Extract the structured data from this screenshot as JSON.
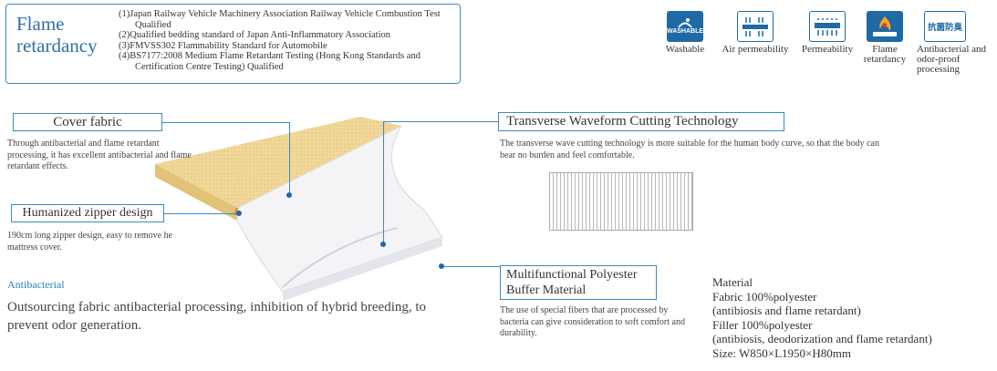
{
  "flame": {
    "title": "Flame retardancy",
    "items": [
      "(1)Japan Railway Vehicle Machinery Association Railway Vehicle Combustion Test Qualified",
      "(2)Qualified bedding standard of Japan Anti-Inflammatory Association",
      "(3)FMVSS302 Flammability Standard for Automobile",
      "(4)BS7177:2008 Medium Flame Retardant Testing (Hong Kong Standards and Certification Centre Testing) Qualified"
    ]
  },
  "icons": [
    {
      "name": "washable-icon",
      "label": "Washable",
      "badge": "WASHABLE"
    },
    {
      "name": "air-permeability-icon",
      "label": "Air permeability"
    },
    {
      "name": "permeability-icon",
      "label": "Permeability"
    },
    {
      "name": "flame-retardancy-icon",
      "label": "Flame retardancy"
    },
    {
      "name": "antibacterial-icon",
      "label": "Antibacterial and odor-proof processing",
      "badge": "抗菌防臭"
    }
  ],
  "cover": {
    "title": "Cover fabric",
    "desc": "Through antibacterial and flame retardant processing, it has excellent antibacterial and flame retardant effects."
  },
  "zipper": {
    "title": "Humanized zipper design",
    "desc": "190cm long zipper design, easy to remove he mattress cover."
  },
  "antibacterial": {
    "title": "Antibacterial",
    "desc": "Outsourcing fabric antibacterial processing, inhibition of hybrid breeding, to prevent odor generation."
  },
  "wave": {
    "title": "Transverse Waveform Cutting Technology",
    "desc": "The transverse wave cutting technology is more suitable for the human body curve, so that the body can bear no burden and feel comfortable."
  },
  "buffer": {
    "title_line1": "Multifunctional Polyester",
    "title_line2": "Buffer Material",
    "desc": "The use of special fibers that are processed by bacteria can give consideration to soft comfort and durability."
  },
  "material": {
    "lines": [
      "Material",
      "Fabric 100%polyester",
      "(antibiosis and flame retardant)",
      "Filler 100%polyester",
      "(antibiosis, deodorization and flame retardant)",
      "Size: W850×L1950×H80mm"
    ]
  },
  "colors": {
    "accent": "#3a8bc2",
    "title_blue": "#2f6fa8",
    "icon_blue": "#1f6aa5",
    "mattress_yellow": "#f0d89a",
    "antibacterial_blue": "#2d7fb8"
  }
}
